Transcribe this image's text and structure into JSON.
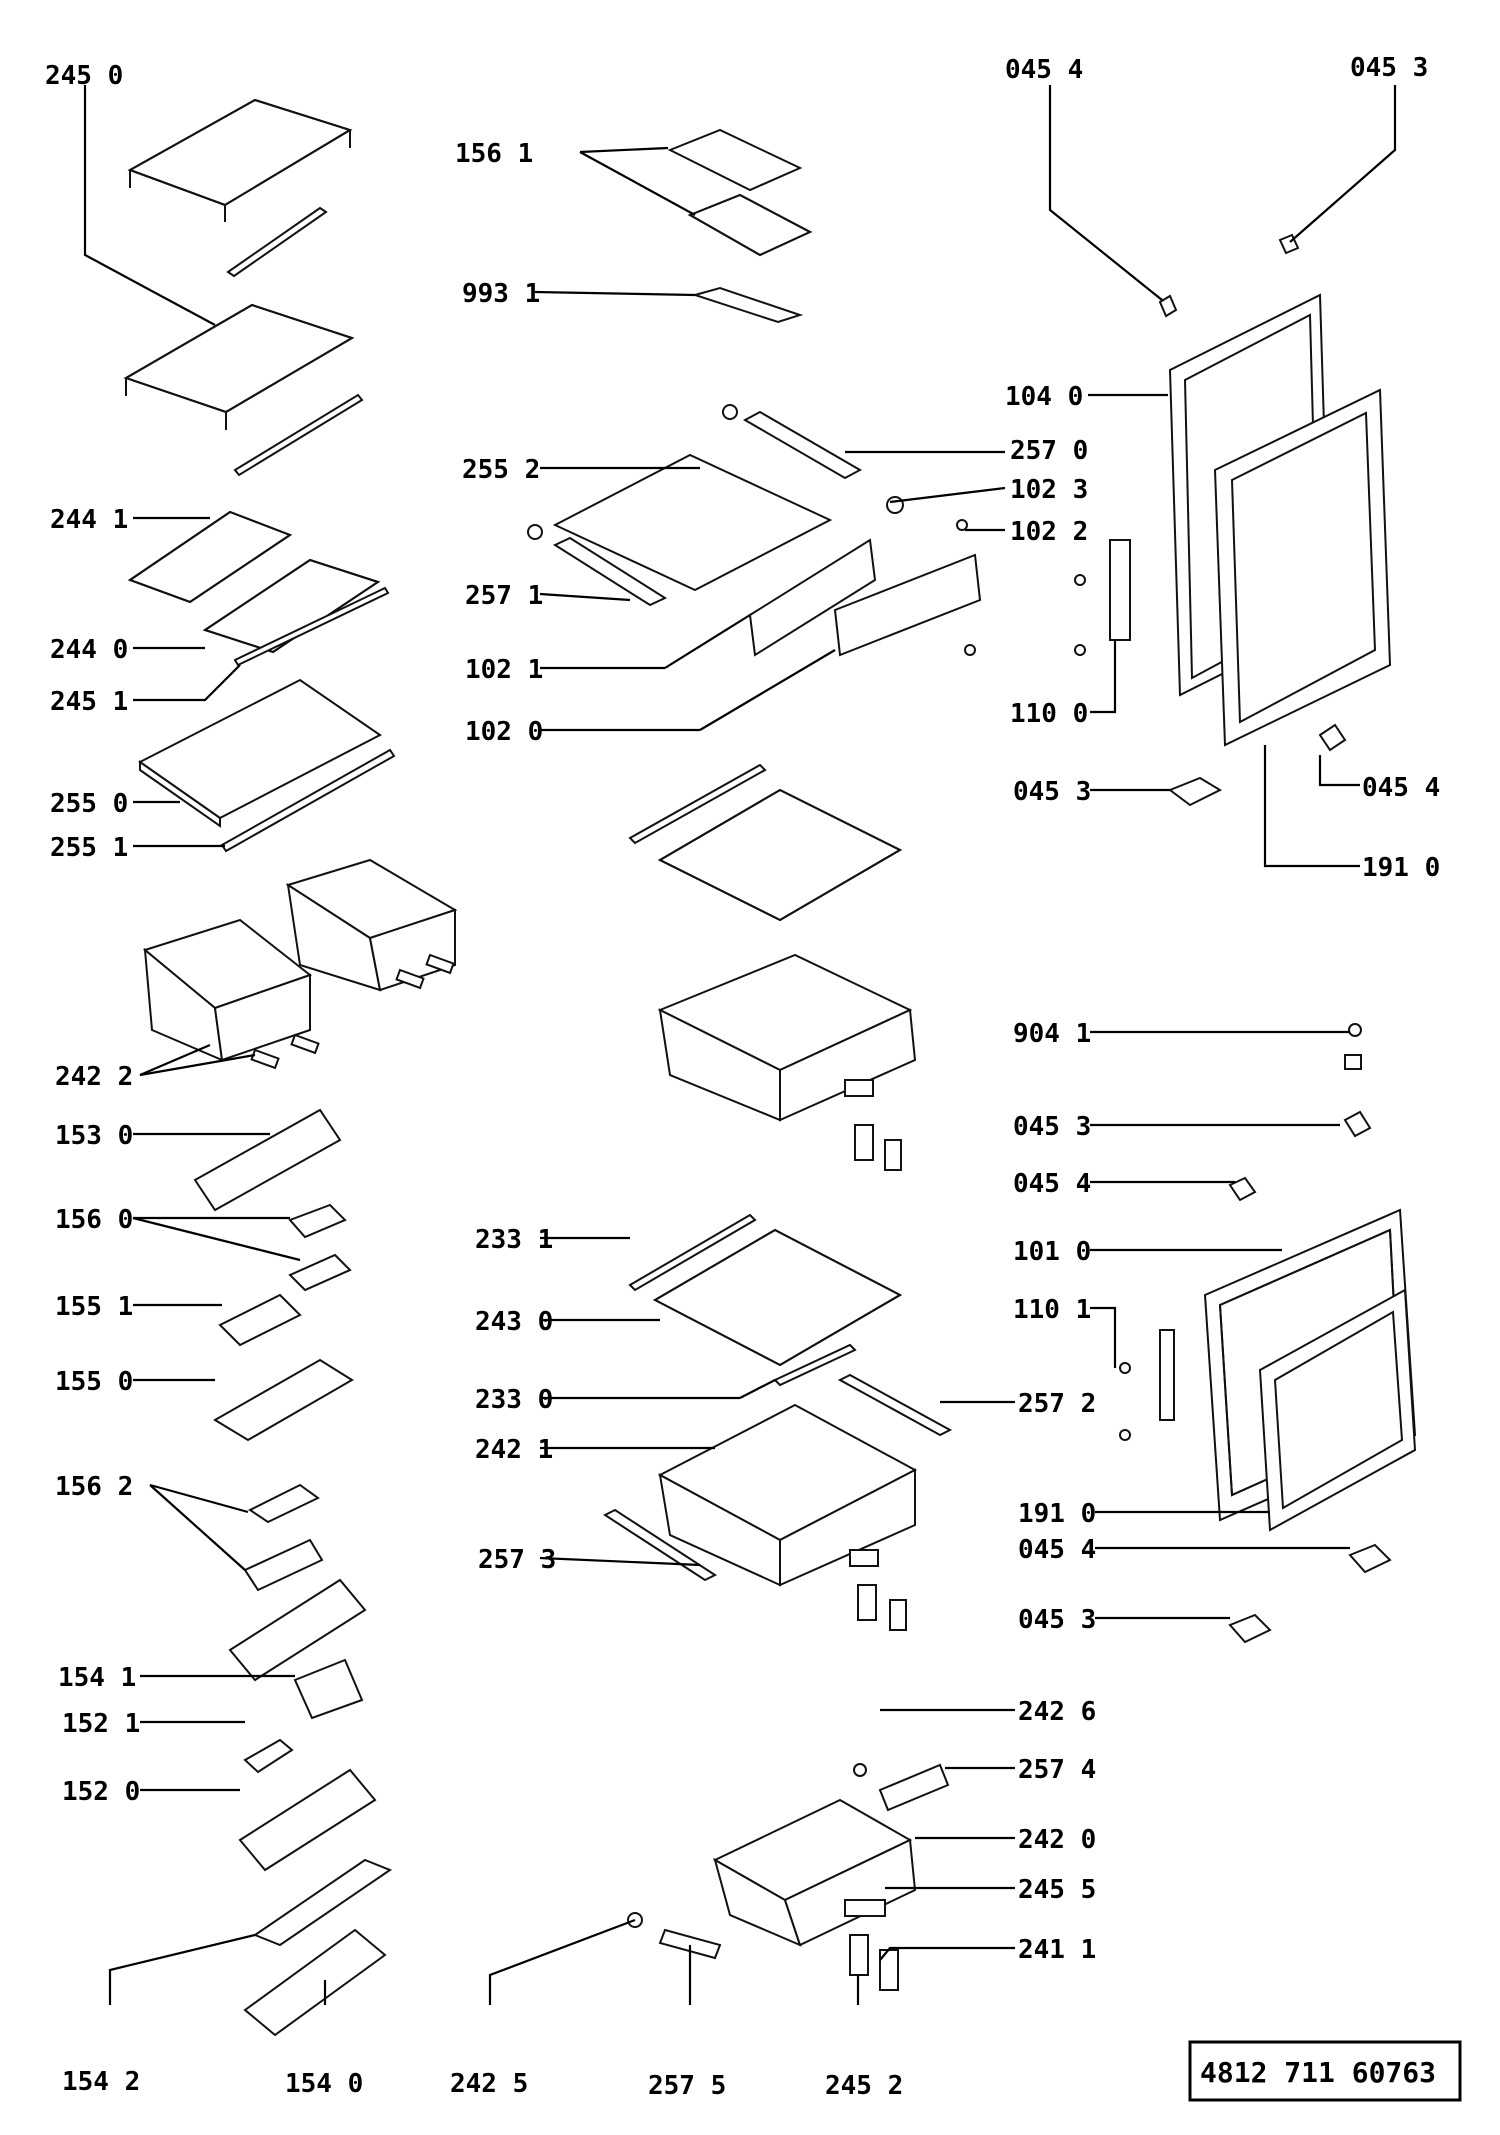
{
  "labels": [
    {
      "id": "l1",
      "text": "245 0"
    },
    {
      "id": "l2",
      "text": "156 1"
    },
    {
      "id": "l3",
      "text": "045 4"
    },
    {
      "id": "l4",
      "text": "045 3"
    },
    {
      "id": "l5",
      "text": "993 1"
    },
    {
      "id": "l6",
      "text": "104 0"
    },
    {
      "id": "l7",
      "text": "257 0"
    },
    {
      "id": "l8",
      "text": "255 2"
    },
    {
      "id": "l9",
      "text": "102 3"
    },
    {
      "id": "l10",
      "text": "244 1"
    },
    {
      "id": "l11",
      "text": "102 2"
    },
    {
      "id": "l12",
      "text": "257 1"
    },
    {
      "id": "l13",
      "text": "244 0"
    },
    {
      "id": "l14",
      "text": "102 1"
    },
    {
      "id": "l15",
      "text": "245 1"
    },
    {
      "id": "l16",
      "text": "110 0"
    },
    {
      "id": "l17",
      "text": "102 0"
    },
    {
      "id": "l18",
      "text": "255 0"
    },
    {
      "id": "l19",
      "text": "045 3"
    },
    {
      "id": "l20",
      "text": "045 4"
    },
    {
      "id": "l21",
      "text": "255 1"
    },
    {
      "id": "l22",
      "text": "191 0"
    },
    {
      "id": "l23",
      "text": "904 1"
    },
    {
      "id": "l24",
      "text": "242 2"
    },
    {
      "id": "l25",
      "text": "045 3"
    },
    {
      "id": "l26",
      "text": "153 0"
    },
    {
      "id": "l27",
      "text": "045 4"
    },
    {
      "id": "l28",
      "text": "156 0"
    },
    {
      "id": "l29",
      "text": "233 1"
    },
    {
      "id": "l30",
      "text": "101 0"
    },
    {
      "id": "l31",
      "text": "155 1"
    },
    {
      "id": "l32",
      "text": "110 1"
    },
    {
      "id": "l33",
      "text": "243 0"
    },
    {
      "id": "l34",
      "text": "155 0"
    },
    {
      "id": "l35",
      "text": "233 0"
    },
    {
      "id": "l36",
      "text": "257 2"
    },
    {
      "id": "l37",
      "text": "242 1"
    },
    {
      "id": "l38",
      "text": "156 2"
    },
    {
      "id": "l39",
      "text": "191 0"
    },
    {
      "id": "l40",
      "text": "045 4"
    },
    {
      "id": "l41",
      "text": "257 3"
    },
    {
      "id": "l42",
      "text": "045 3"
    },
    {
      "id": "l43",
      "text": "154 1"
    },
    {
      "id": "l44",
      "text": "242 6"
    },
    {
      "id": "l45",
      "text": "152 1"
    },
    {
      "id": "l46",
      "text": "257 4"
    },
    {
      "id": "l47",
      "text": "152 0"
    },
    {
      "id": "l48",
      "text": "242 0"
    },
    {
      "id": "l49",
      "text": "245 5"
    },
    {
      "id": "l50",
      "text": "241 1"
    },
    {
      "id": "l51",
      "text": "154 2"
    },
    {
      "id": "l52",
      "text": "154 0"
    },
    {
      "id": "l53",
      "text": "242 5"
    },
    {
      "id": "l54",
      "text": "257 5"
    },
    {
      "id": "l55",
      "text": "245 2"
    }
  ],
  "document_code": "4812 711 60763"
}
